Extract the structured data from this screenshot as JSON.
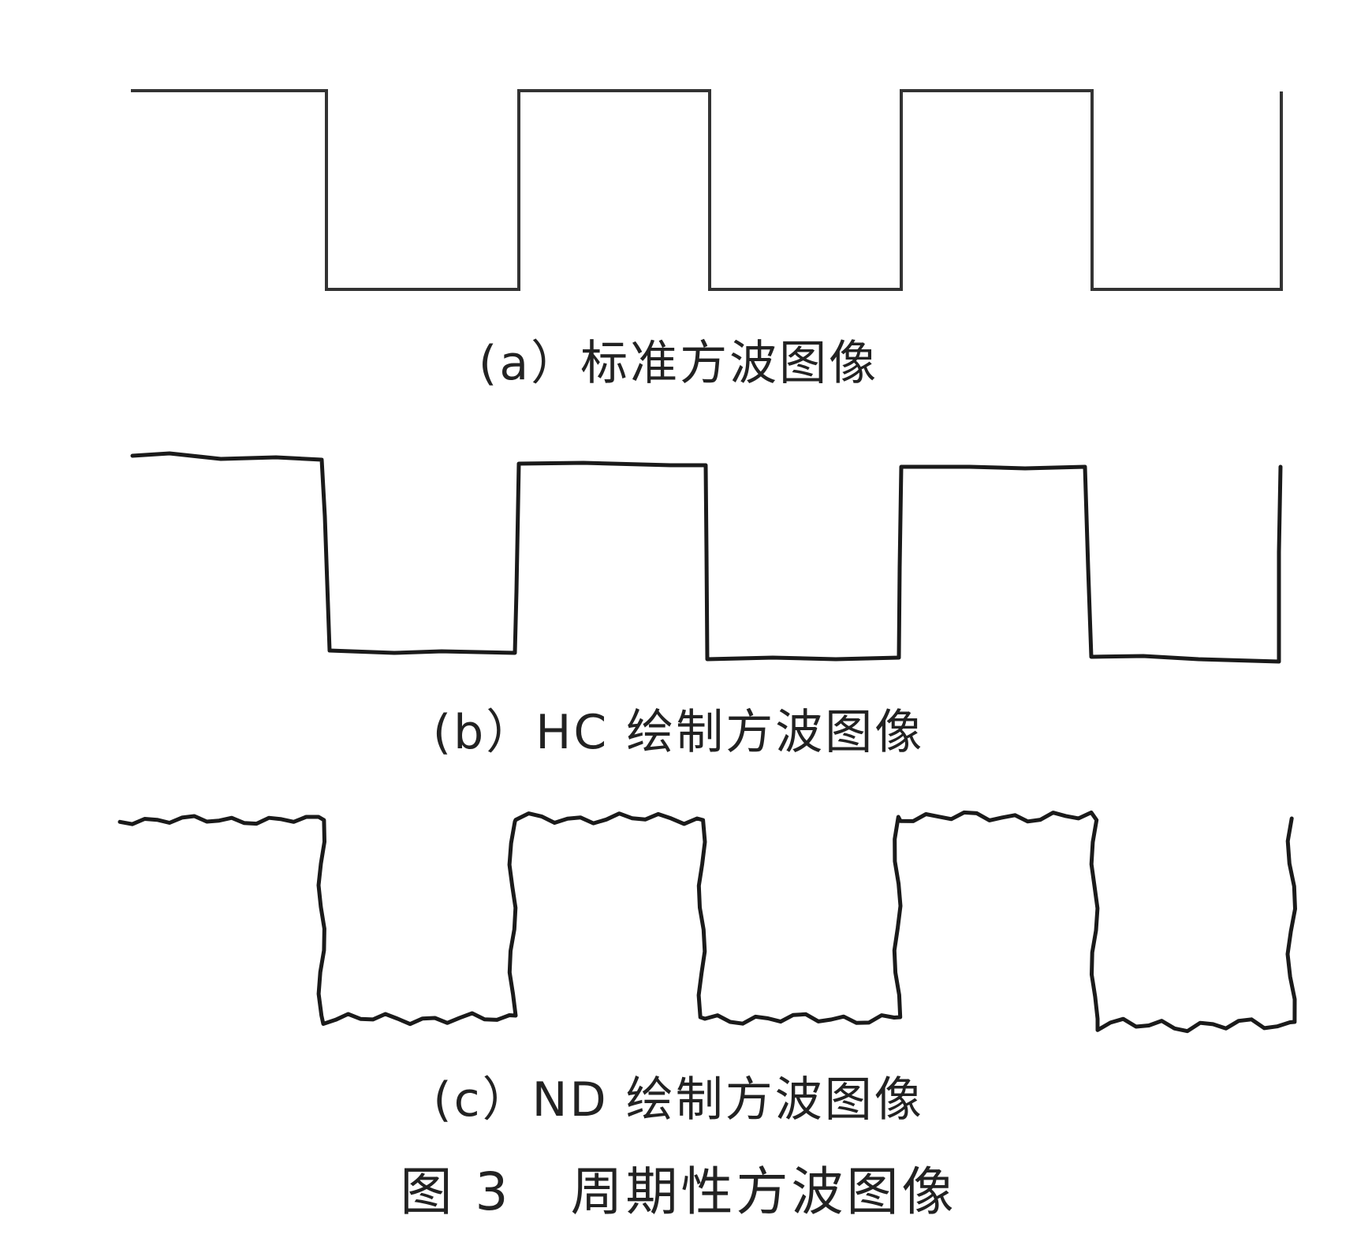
{
  "panels": [
    {
      "id": "a",
      "caption": "(a）标准方波图像",
      "line_color": "#333333",
      "style": "standard"
    },
    {
      "id": "b",
      "caption": "(b）HC 绘制方波图像",
      "line_color": "#1a1a1a",
      "style": "hand-drawn"
    },
    {
      "id": "c",
      "caption": "(c）ND 绘制方波图像",
      "line_color": "#1a1a1a",
      "style": "noisy-hand-drawn"
    }
  ],
  "figure_caption": "图 3   周期性方波图像"
}
